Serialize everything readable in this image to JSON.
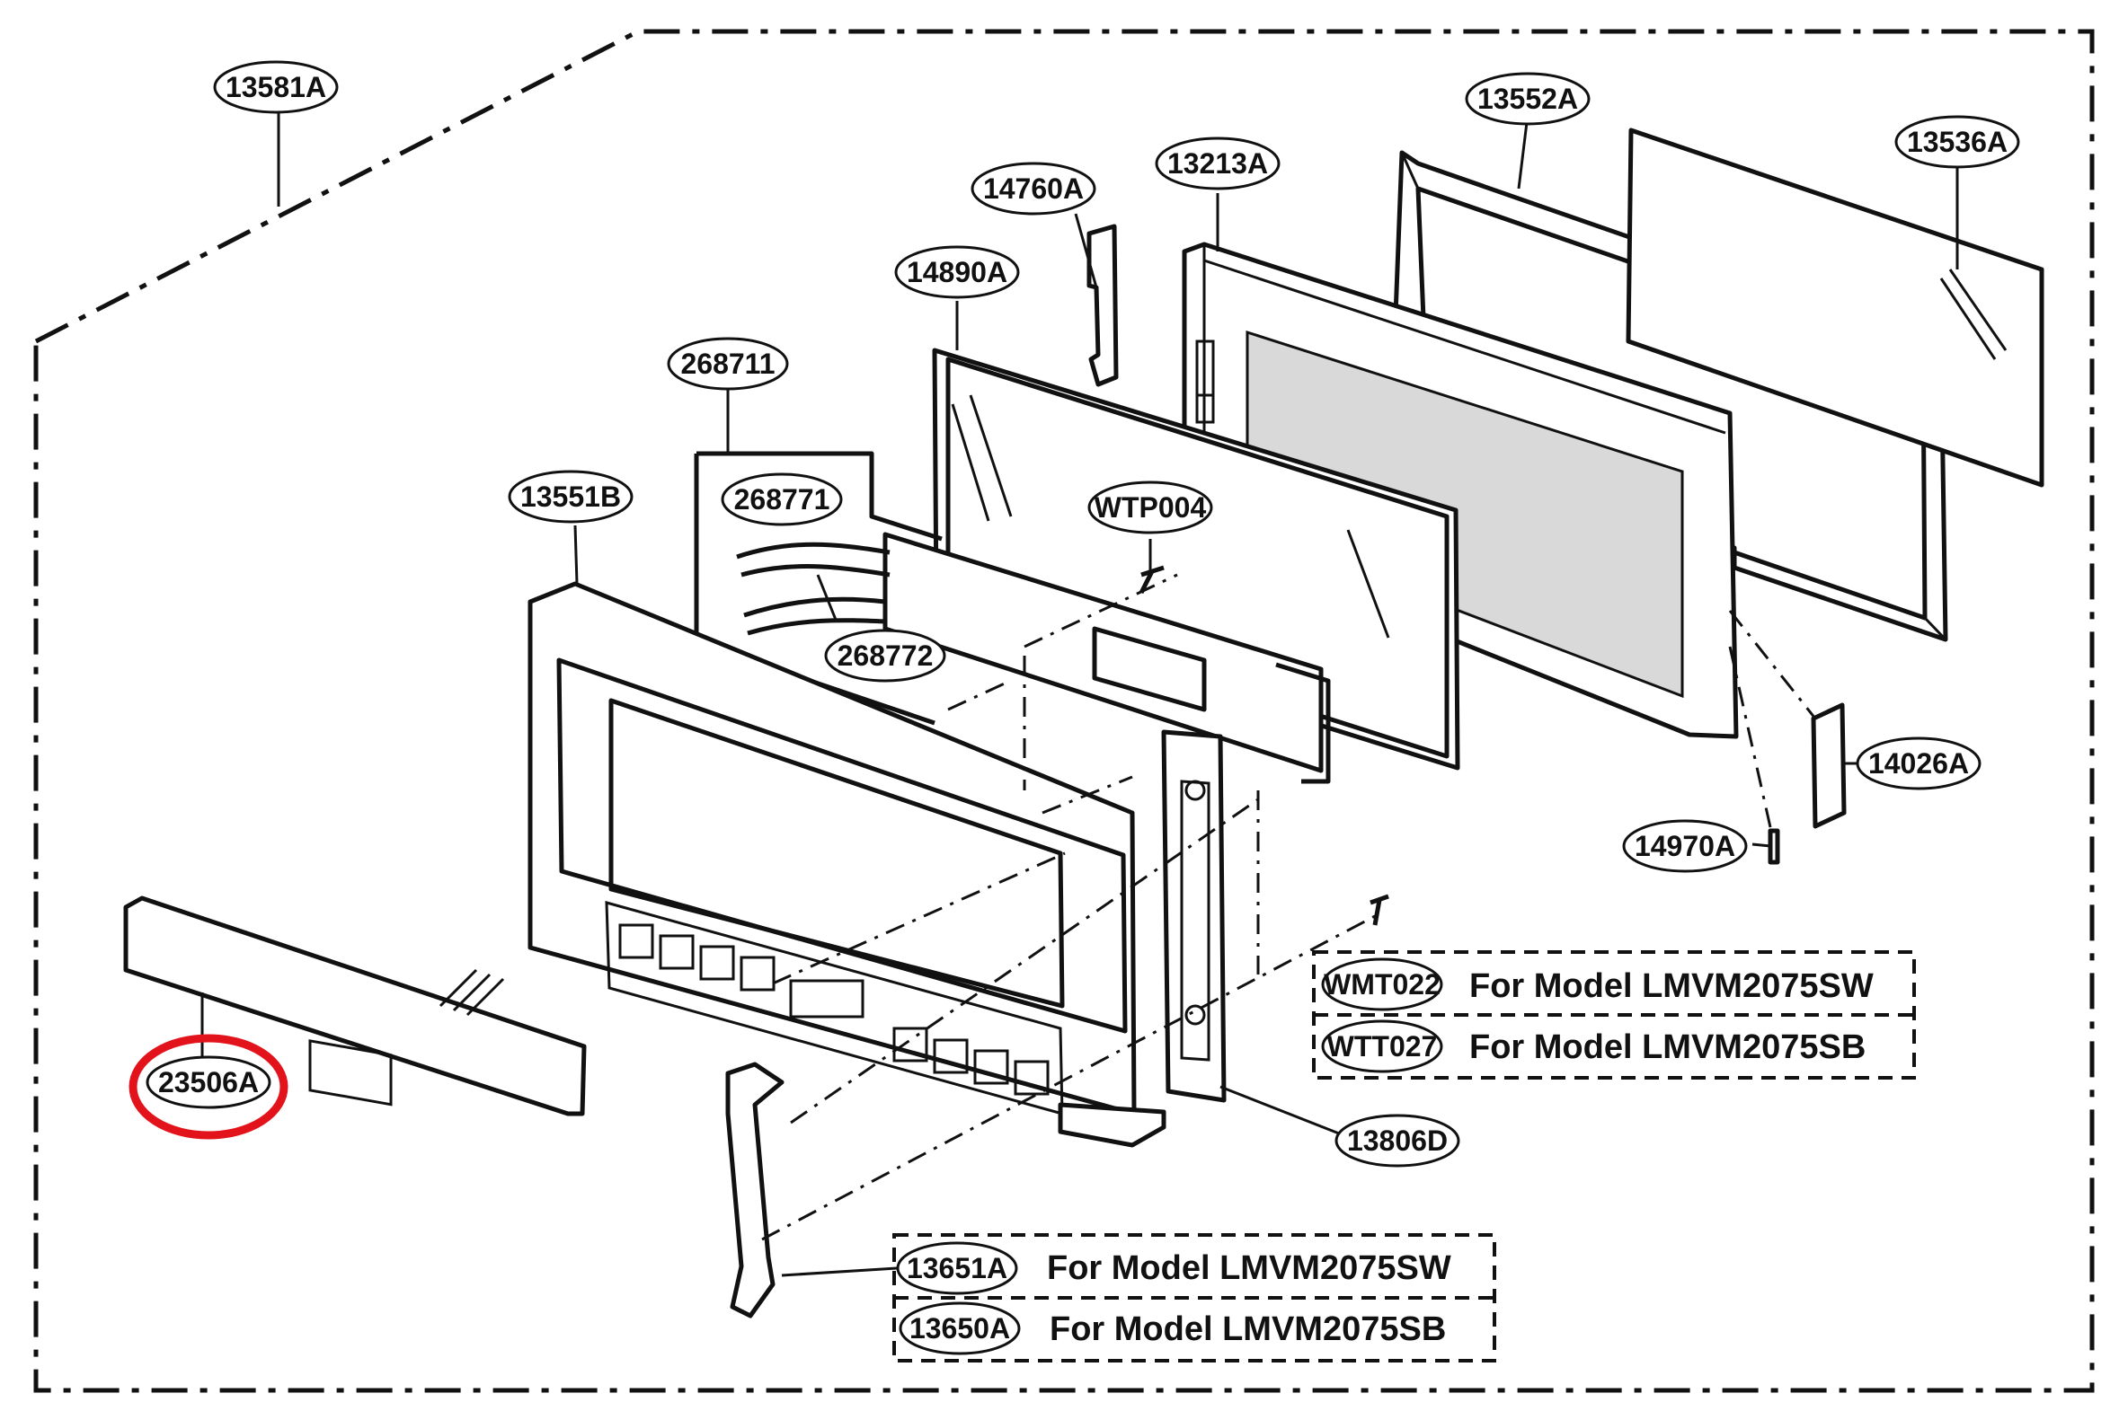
{
  "labels": {
    "13581A": "13581A",
    "13552A": "13552A",
    "13536A": "13536A",
    "13213A": "13213A",
    "14760A": "14760A",
    "14890A": "14890A",
    "268711": "268711",
    "268771": "268771",
    "268772": "268772",
    "13551B": "13551B",
    "WTP004": "WTP004",
    "14026A": "14026A",
    "14970A": "14970A",
    "WMT022": "WMT022",
    "WTT027": "WTT027",
    "23506A": "23506A",
    "13806D": "13806D",
    "13651A": "13651A",
    "13650A": "13650A"
  },
  "notes": {
    "screw_sw": "For Model LMVM2075SW",
    "screw_sb": "For Model LMVM2075SB",
    "handle_sw": "For Model LMVM2075SW",
    "handle_sb": "For Model LMVM2075SB"
  },
  "highlight": {
    "part": "23506A",
    "color": "#e3131b"
  }
}
